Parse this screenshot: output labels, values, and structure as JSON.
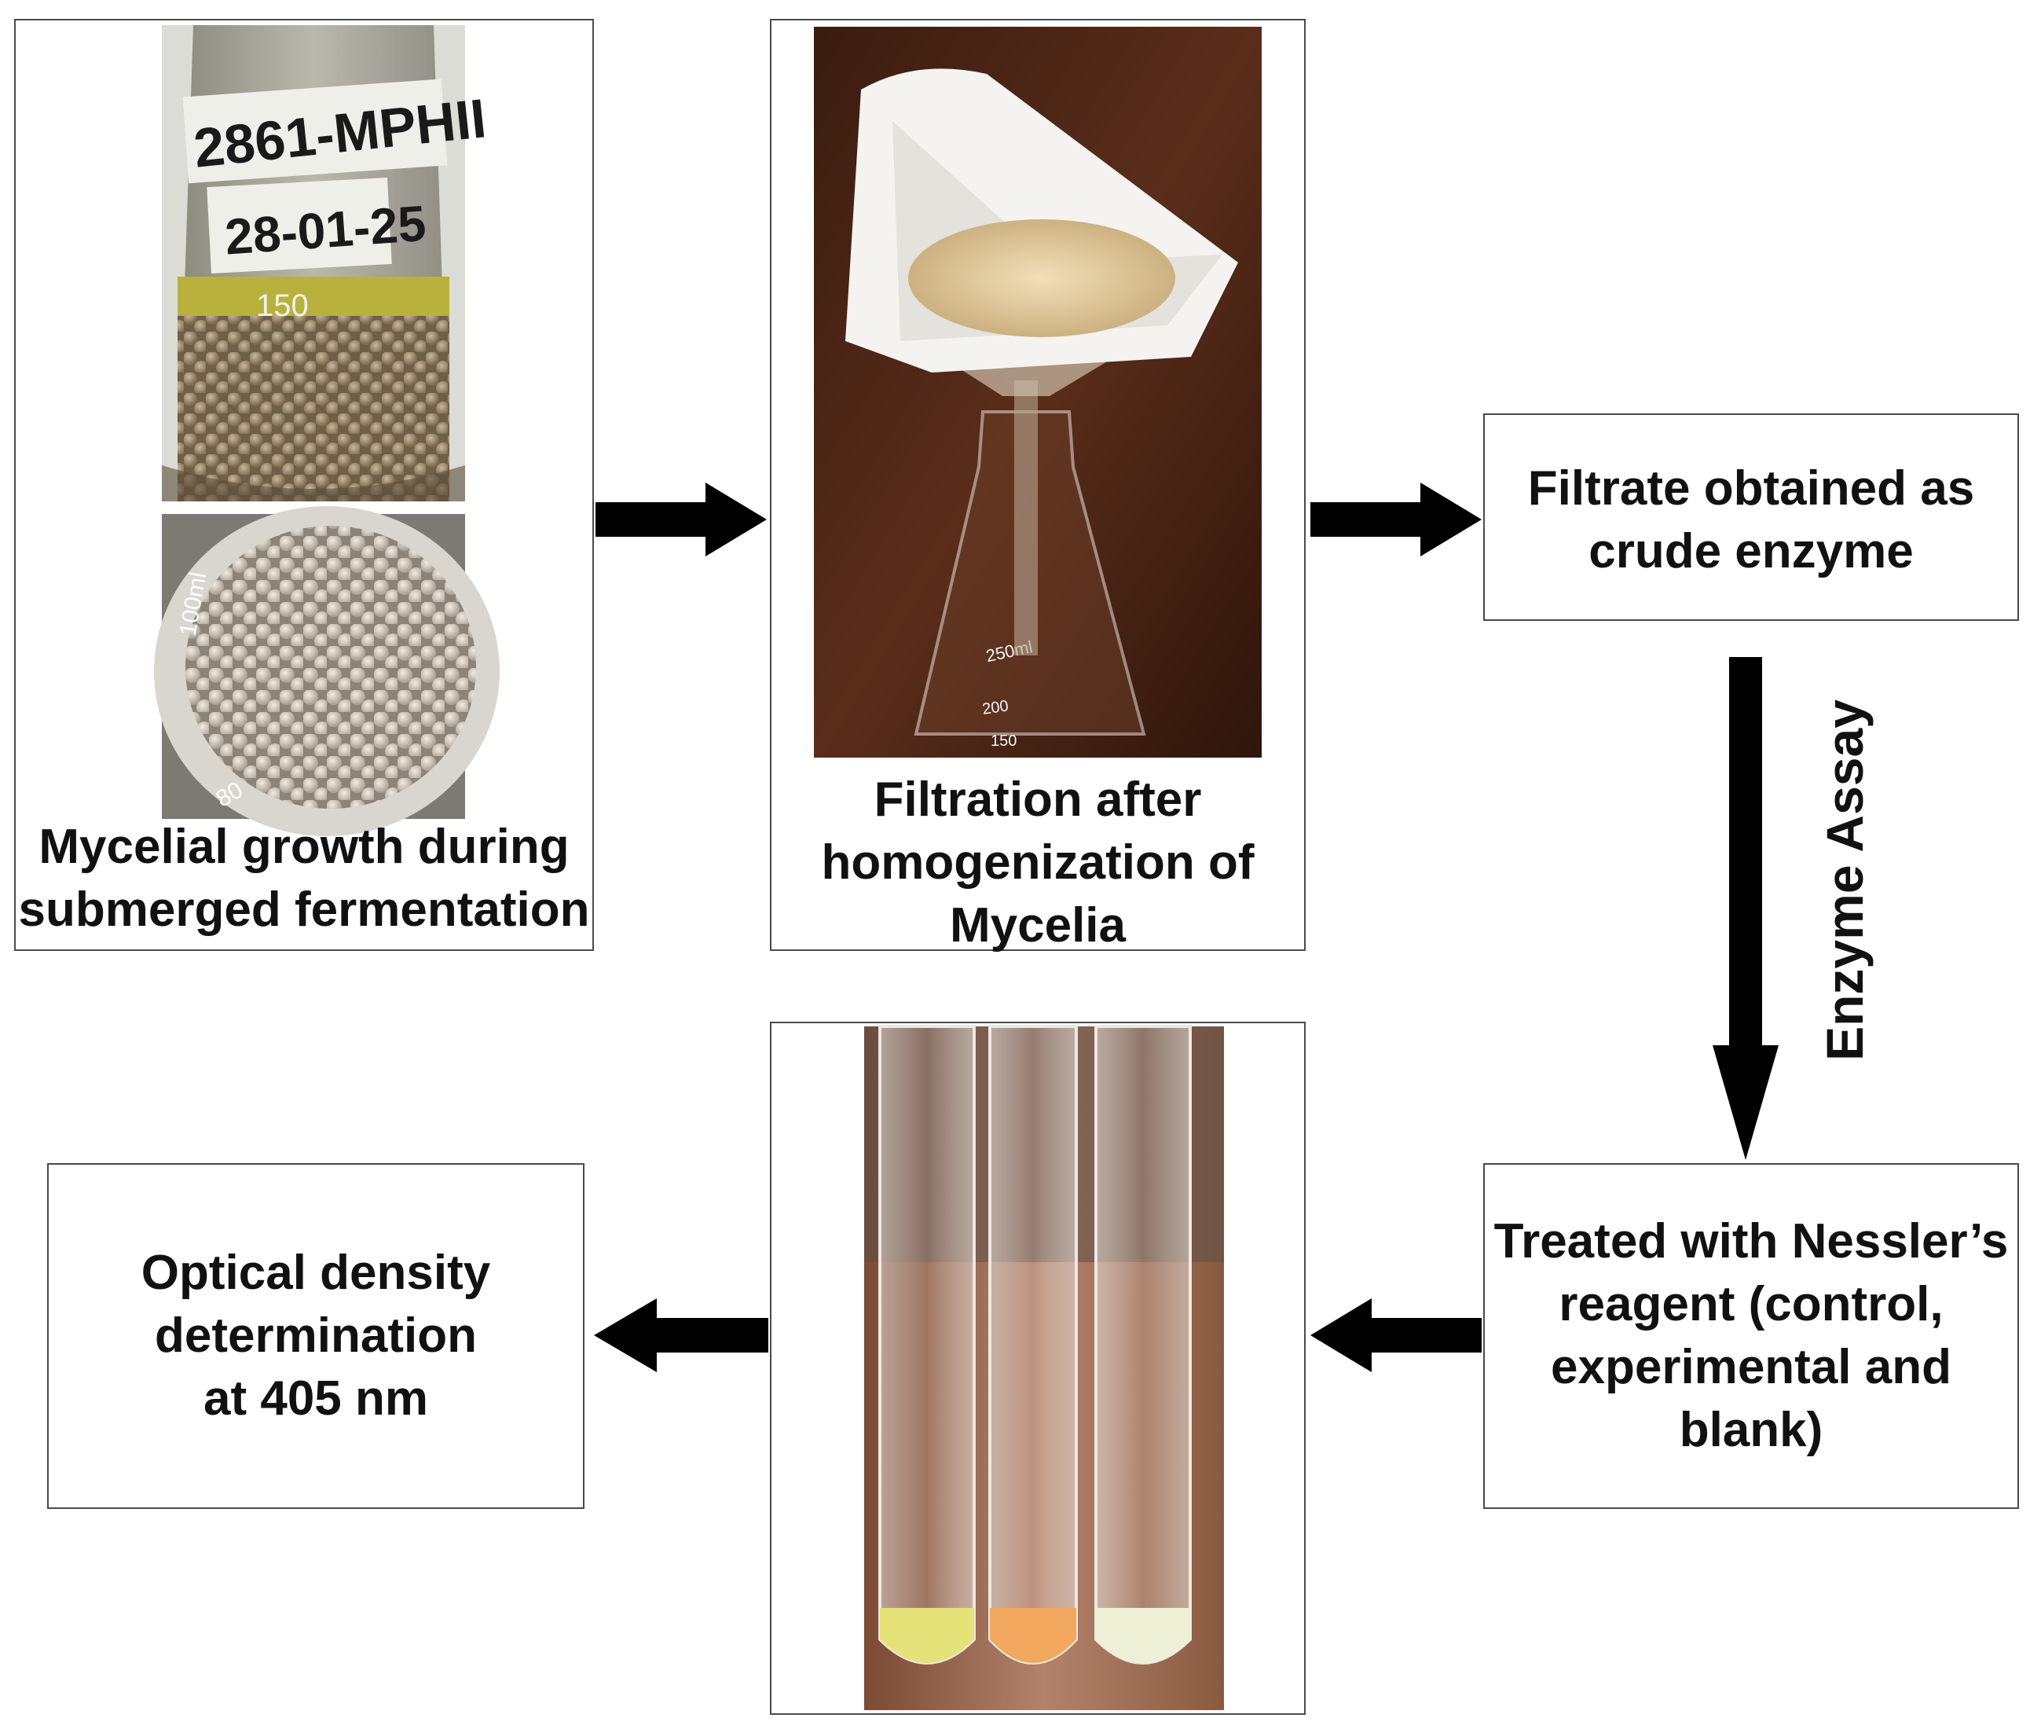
{
  "steps": {
    "mycelial_growth": "Mycelial growth during\nsubmerged fermentation",
    "filtration": "Filtration after\nhomogenization of\nMycelia",
    "filtrate": "Filtrate obtained as\ncrude enzyme",
    "nessler": "Treated with Nessler’s\nreagent (control,\nexperimental and\nblank)",
    "optical_density": "Optical density\ndetermination\nat 405 nm"
  },
  "arrow_labels": {
    "enzyme_assay": "Enzyme Assay"
  },
  "photo_text": {
    "flask_label": "2861-MPHII",
    "flask_date": "28-01-25",
    "flask_mark": "150",
    "beaker_mark": "100ml",
    "beaker_mark2": "80",
    "filter_flask_mark": "250ml",
    "filter_flask_200": "200",
    "filter_flask_150": "150"
  },
  "colors": {
    "arrow": "#000000",
    "border": "#4a4a4a",
    "text": "#111111"
  }
}
